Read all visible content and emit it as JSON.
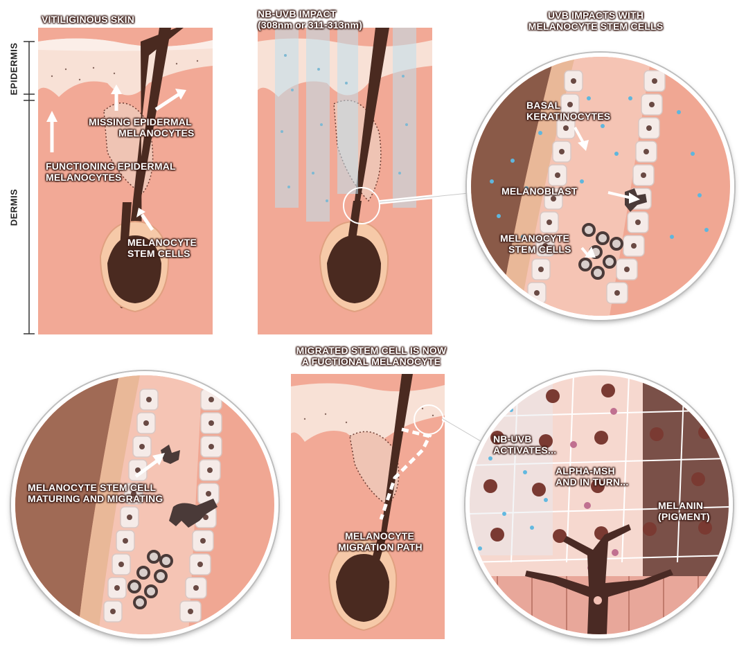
{
  "axis": {
    "epidermis": "EPIDERMIS",
    "dermis": "DERMIS"
  },
  "panel1": {
    "title": "VITILIGINOUS SKIN",
    "missing": [
      "MISSING EPIDERMAL",
      "MELANOCYTES"
    ],
    "functioning": [
      "FUNCTIONING EPIDERMAL",
      "MELANOCYTES"
    ],
    "stem": [
      "MELANOCYTE",
      "STEM CELLS"
    ]
  },
  "panel2": {
    "title": [
      "NB-UVB IMPACT",
      "(308nm or 311-313nm)"
    ]
  },
  "panel3": {
    "title": [
      "UVB IMPACTS WITH",
      "MELANOCYTE STEM CELLS"
    ],
    "basal": [
      "BASAL",
      "KERATINOCYTES"
    ],
    "melanoblast": "MELANOBLAST",
    "stem": [
      "MELANOCYTE",
      "STEM CELLS"
    ]
  },
  "panel4": {
    "label": [
      "MELANOCYTE STEM CELL",
      "MATURING AND MIGRATING"
    ]
  },
  "panel5": {
    "title": [
      "MIGRATED STEM CELL IS NOW",
      "A FUCTIONAL MELANOCYTE"
    ],
    "path": [
      "MELANOCYTE",
      "MIGRATION PATH"
    ]
  },
  "panel6": {
    "nbuvb": [
      "NB-UVB",
      "ACTIVATES..."
    ],
    "alpha": [
      "ALPHA-MSH",
      "AND IN TURN..."
    ],
    "melanin": [
      "MELANIN",
      "(PIGMENT)"
    ]
  },
  "colors": {
    "skin": "#f2a996",
    "epidermis": "#f7ddd2",
    "hair": "#4a2a20",
    "uv": "#9cc7dc"
  }
}
